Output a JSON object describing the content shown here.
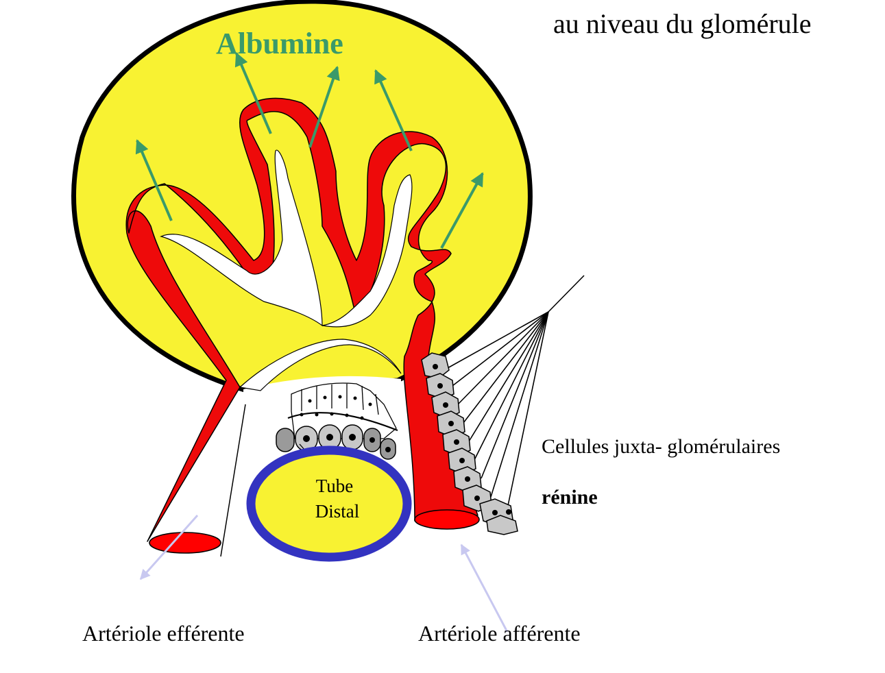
{
  "heading_fragment": "au niveau du glomérule",
  "labels": {
    "albumine": "Albumine",
    "tube_line1": "Tube",
    "tube_line2": "Distal",
    "juxta": "Cellules juxta- glomérulaires",
    "renine": "rénine",
    "efferent": "Artériole efférente",
    "afferent": "Artériole afférente"
  },
  "colors": {
    "capsule_fill": "#f8f232",
    "capillary": "#ee0a0a",
    "arrow_green": "#3a9a6a",
    "tube_ring": "#3333c0",
    "pointer_lavender": "#c8c8f0",
    "cell_grey": "#c8c8c8",
    "cell_dark": "#9a9a9a"
  }
}
